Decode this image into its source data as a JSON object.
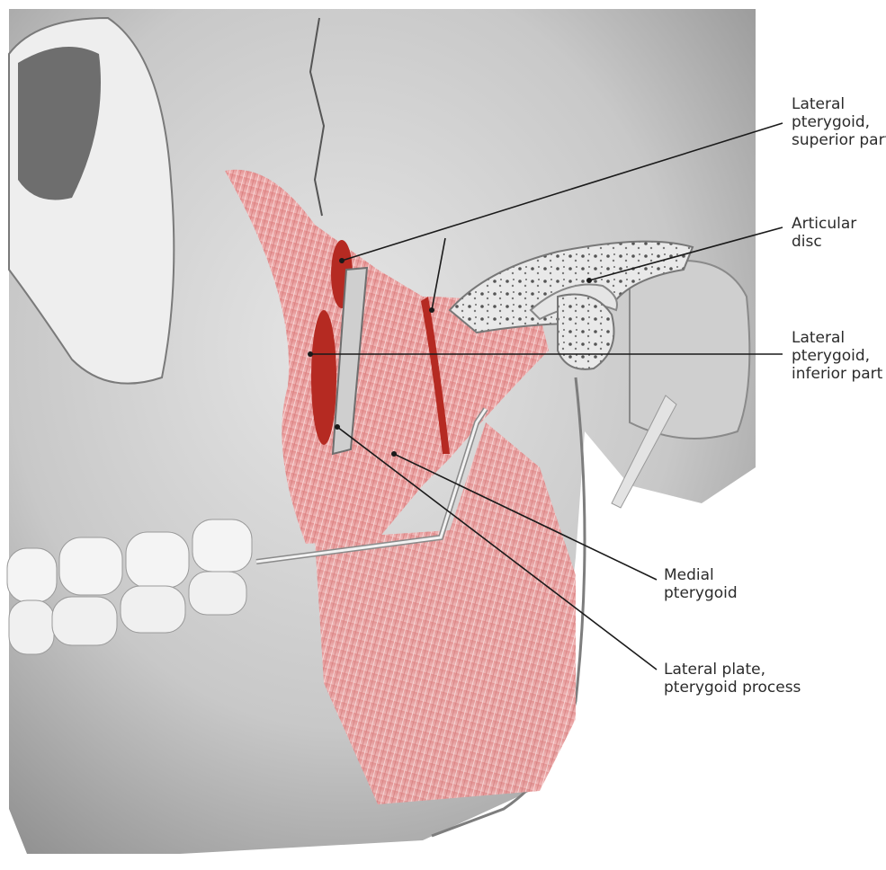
{
  "labels": {
    "lateral_pterygoid_superior": [
      "Lateral",
      "pterygoid,",
      "superior part"
    ],
    "articular_disc": [
      "Articular",
      "disc"
    ],
    "lateral_pterygoid_inferior": [
      "Lateral",
      "pterygoid,",
      "inferior part"
    ],
    "medial_pterygoid": [
      "Medial",
      "pterygoid"
    ],
    "lateral_plate": [
      "Lateral plate,",
      "pterygoid process"
    ]
  },
  "colors": {
    "bone": "#d9d9d9",
    "bone_shadow": "#9a9a9a",
    "muscle": "#e8a2a2",
    "muscle_dark": "#c0392b",
    "line": "#1a1a1a"
  }
}
